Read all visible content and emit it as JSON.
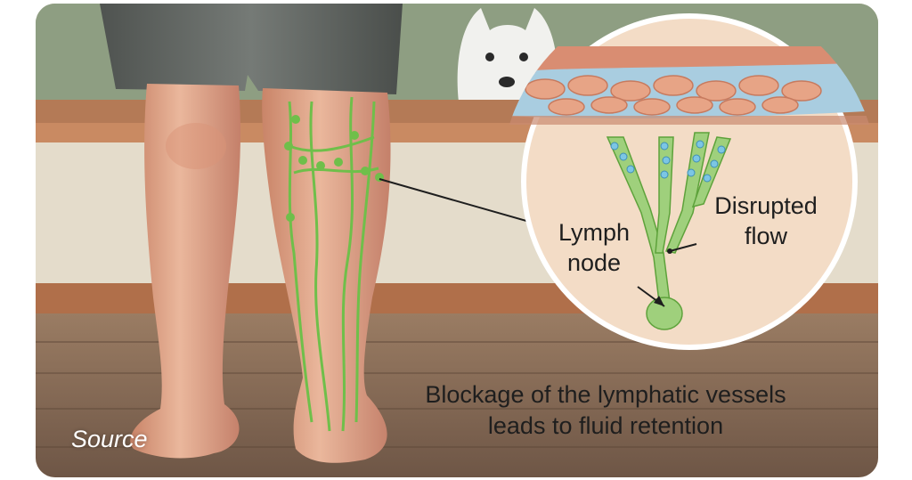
{
  "caption": {
    "line1": "Blockage of the lymphatic vessels",
    "line2": "leads to fluid retention"
  },
  "source_label": "Source",
  "labels": {
    "node_line1": "Lymph",
    "node_line2": "node",
    "flow_line1": "Disrupted",
    "flow_line2": "flow"
  },
  "colors": {
    "lymph_green": "#6fbf4a",
    "skin": "#e3a98a",
    "floor": "#a0826a",
    "wall": "#e4dccb"
  }
}
